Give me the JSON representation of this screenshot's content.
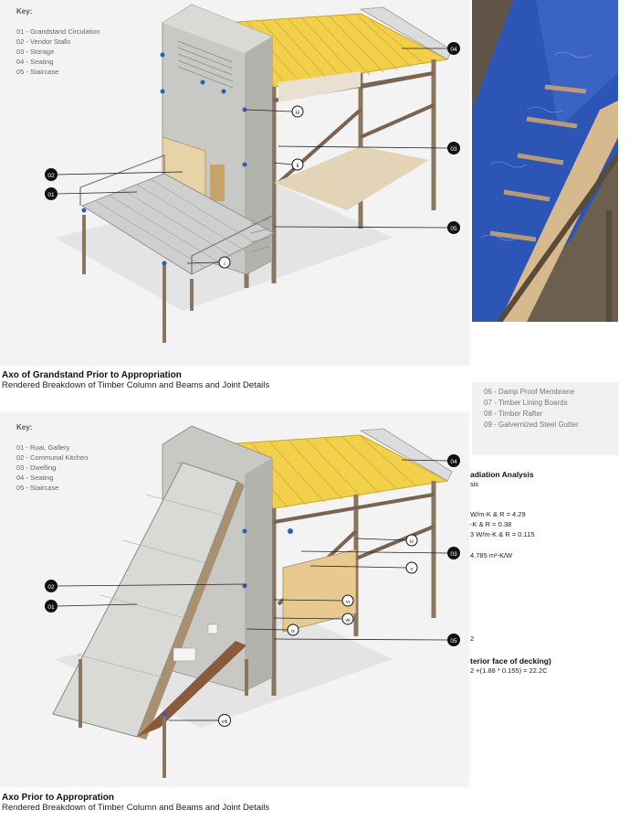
{
  "top_axo": {
    "key_title": "Key:",
    "key_items": [
      "01 - Grandstand Circulation",
      "02 - Vendor Stalls",
      "03 - Storage",
      "04 - Seating",
      "05 - Staircase"
    ],
    "callouts_numbered": [
      "01",
      "02",
      "03",
      "04",
      "05"
    ],
    "callouts_roman": [
      "i",
      "ii",
      "iii"
    ],
    "caption_title": "Axo of Grandstand Prior to Appropriation",
    "caption_sub": "Rendered Breakdown of Timber Column and Beams and Joint Details"
  },
  "bottom_axo": {
    "key_title": "Key:",
    "key_items": [
      "01 - Ruai, Gallery",
      "02 - Communal Kitchen",
      "03 - Dwelling",
      "04 - Seating",
      "05 - Staircase"
    ],
    "callouts_numbered": [
      "01",
      "02",
      "03",
      "04",
      "05"
    ],
    "callouts_roman": [
      "iv",
      "v",
      "vi",
      "vii",
      "ix",
      "viii"
    ],
    "caption_title": "Axo Prior to Appropration",
    "caption_sub": "Rendered Breakdown of Timber Column and Beams and Joint Details"
  },
  "detail": {
    "key_items": [
      "06 - Damp Proof Membrane",
      "07 - Timber Lining Boards",
      "08 - Timber Rafter",
      "09 - Galvernized Steel Gutter"
    ]
  },
  "analysis": {
    "title": "adiation Analysis",
    "subtitle": "sis",
    "lines": [
      "W/m-K & R = 4.29",
      "-K & R = 0.38",
      "3 W/m-K & R = 0.115"
    ],
    "total": "4.785 m²-K/W",
    "number": "2",
    "decking_title": "terior face of decking)",
    "decking_formula": "2 +(1.88 * 0.155) = 22.2C"
  }
}
